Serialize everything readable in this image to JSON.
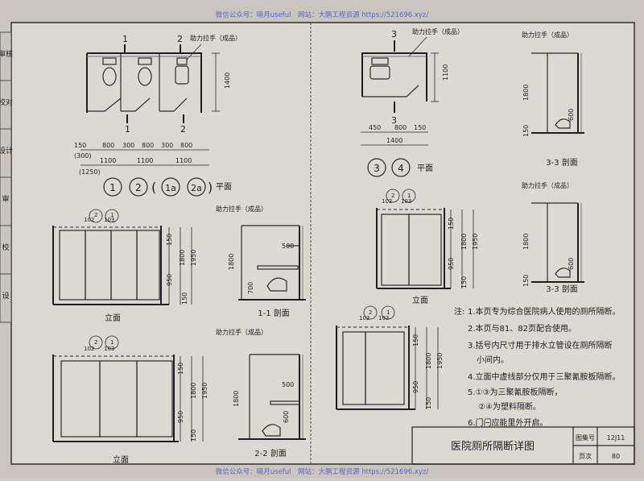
{
  "watermark_top": "微信公众号：暗月useful　网站：大鹏工程资源 https://521696.xyz/",
  "watermark_bottom": "微信公众号：暗月useful　网站：大鹏工程资源 https://521696.xyz/",
  "margin_tabs": [
    "审核",
    "校对",
    "设计",
    "审",
    "校",
    "设"
  ],
  "plan_left": {
    "handrail": "助力拉手（成品）",
    "section_marks": [
      "1",
      "2",
      "1",
      "2"
    ],
    "dim_height": "1400",
    "dims_row1": [
      "150",
      "800",
      "300",
      "800",
      "300",
      "800"
    ],
    "dim_note": "(300)",
    "dims_row2": [
      "1100",
      "1100",
      "1100"
    ],
    "dim_total": "(1250)",
    "title_circles": [
      "1",
      "2",
      "1a",
      "2a"
    ],
    "title_suffix": "平面"
  },
  "plan_right": {
    "handrail": "助力拉手（成品）",
    "section_marks": [
      "3",
      "3"
    ],
    "dim_height": "1100",
    "dims_row1": [
      "450",
      "800",
      "150"
    ],
    "dim_total": "1400",
    "title_circles": [
      "3",
      "4"
    ],
    "title_suffix": "平面"
  },
  "elev_left_top": {
    "ref_num": [
      "2",
      "1"
    ],
    "ref_den": [
      "102",
      "103"
    ],
    "dims": [
      "150",
      "1800",
      "1950",
      "950",
      "150"
    ],
    "title": "立面"
  },
  "section_1_1": {
    "handrail": "助力拉手（成品）",
    "dims": [
      "500",
      "1800",
      "700"
    ],
    "title": "1-1 剖面"
  },
  "elev_left_bottom": {
    "ref_num": [
      "2",
      "1"
    ],
    "ref_den": [
      "102",
      "103"
    ],
    "dims": [
      "150",
      "1800",
      "1950",
      "950",
      "150"
    ],
    "title": "立面"
  },
  "section_2_2": {
    "handrail": "助力拉手（成品）",
    "dims": [
      "500",
      "1800",
      "600"
    ],
    "title": "2-2 剖面"
  },
  "section_3_3_top": {
    "handrail": "助力拉手（成品）",
    "dims": [
      "1800",
      "600",
      "150"
    ],
    "title": "3-3 剖面"
  },
  "section_3_3_mid": {
    "handrail": "助力拉手（成品）",
    "dims": [
      "1800",
      "600",
      "150"
    ],
    "title": "3-3 剖面"
  },
  "elev_right_top": {
    "ref_num": [
      "2",
      "1"
    ],
    "ref_den": [
      "102",
      "103"
    ],
    "dims": [
      "150",
      "1800",
      "1950",
      "950",
      "150"
    ],
    "title": "立面"
  },
  "elev_right_bottom": {
    "ref_num": [
      "2",
      "1"
    ],
    "ref_den": [
      "102",
      "103"
    ],
    "dims": [
      "150",
      "1800",
      "1950",
      "950",
      "150"
    ]
  },
  "notes": {
    "lead": "注:",
    "items": [
      "1.本页专为综合医院病人使用的厕所隔断。",
      "2.本页与81、82页配合使用。",
      "3.括号内尺寸用于排水立管设在厕所隔断",
      "小间内。",
      "4.立面中虚线部分仅用于三聚氰胺板隔断。",
      "5.①③为三聚氰胺板隔断，",
      "②④为塑料隔断。",
      "6.门闩应能里外开启。"
    ]
  },
  "title_block": {
    "drawing_title": "医院厕所隔断详图",
    "atlas_label": "图集号",
    "atlas_value": "12J11",
    "page_label": "页次",
    "page_value": "80"
  }
}
